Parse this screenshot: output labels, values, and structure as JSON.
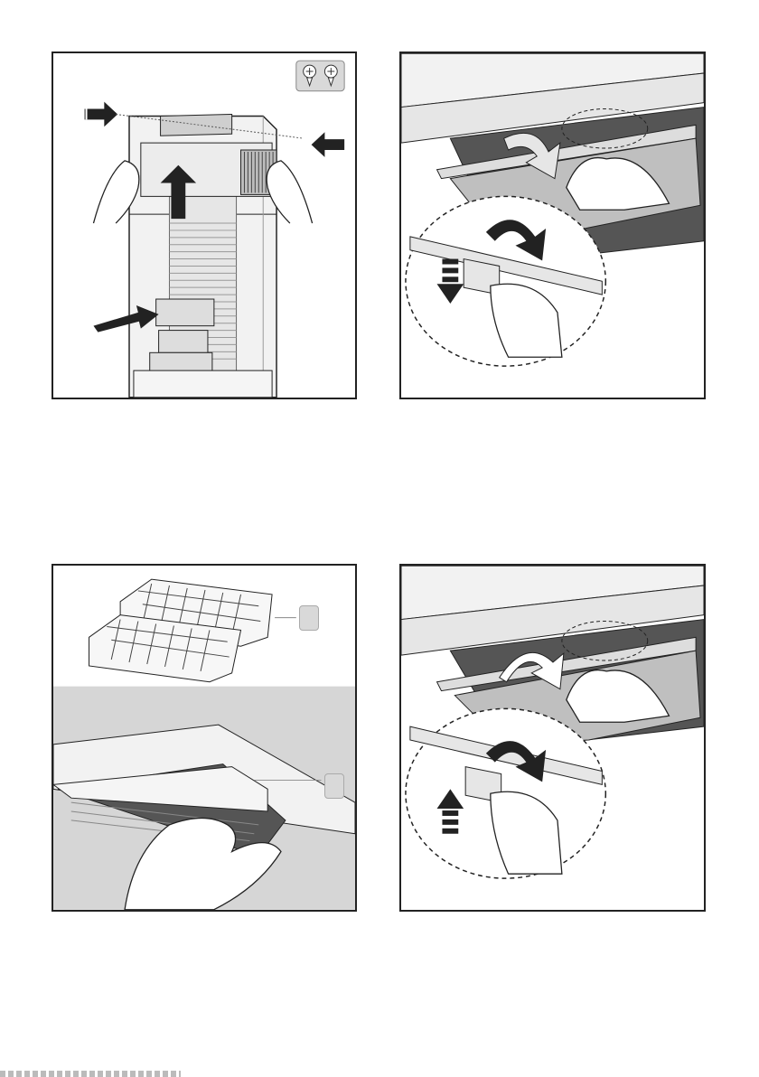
{
  "panels": [
    {
      "id": "step-1",
      "callout": ""
    },
    {
      "id": "step-2",
      "callout": ""
    },
    {
      "id": "step-3",
      "callout_a": "",
      "callout_b": ""
    },
    {
      "id": "step-4",
      "callout": ""
    }
  ],
  "icons": [
    "screw-pair-icon",
    "push-arrow-icon",
    "lift-arrow-icon",
    "rotate-arrow-icon",
    "down-arrow-icon",
    "up-arrow-icon"
  ],
  "colors": {
    "line": "#222222",
    "fill_dark": "#555555",
    "fill_mid": "#a6a6a6",
    "fill_light": "#e6e6e6",
    "callout": "#d9d9d9"
  }
}
